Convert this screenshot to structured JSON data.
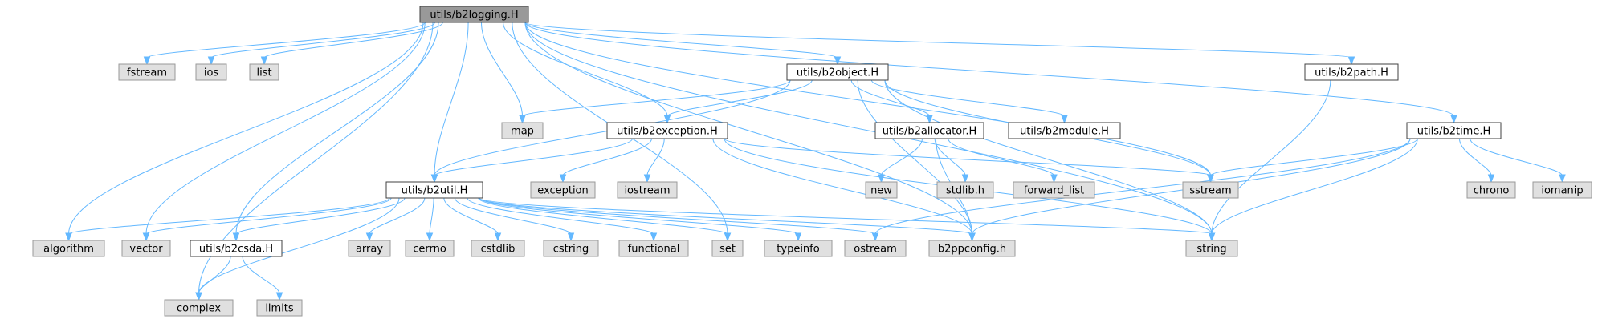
{
  "graph": {
    "colors": {
      "root_fill": "#999999",
      "header_fill": "#ffffff",
      "header_stroke": "#404040",
      "system_fill": "#e0e0e0",
      "system_stroke": "#999999",
      "edge": "#63b8ff",
      "text": "#000000"
    },
    "nodes": [
      {
        "id": "b2logging",
        "label": "utils/b2logging.H",
        "kind": "root"
      },
      {
        "id": "fstream",
        "label": "fstream",
        "kind": "system"
      },
      {
        "id": "ios",
        "label": "ios",
        "kind": "system"
      },
      {
        "id": "list",
        "label": "list",
        "kind": "system"
      },
      {
        "id": "b2object",
        "label": "utils/b2object.H",
        "kind": "header"
      },
      {
        "id": "b2path",
        "label": "utils/b2path.H",
        "kind": "header"
      },
      {
        "id": "map",
        "label": "map",
        "kind": "system"
      },
      {
        "id": "b2exception",
        "label": "utils/b2exception.H",
        "kind": "header"
      },
      {
        "id": "b2allocator",
        "label": "utils/b2allocator.H",
        "kind": "header"
      },
      {
        "id": "b2module",
        "label": "utils/b2module.H",
        "kind": "header"
      },
      {
        "id": "b2time",
        "label": "utils/b2time.H",
        "kind": "header"
      },
      {
        "id": "b2util",
        "label": "utils/b2util.H",
        "kind": "header"
      },
      {
        "id": "exception",
        "label": "exception",
        "kind": "system"
      },
      {
        "id": "iostream",
        "label": "iostream",
        "kind": "system"
      },
      {
        "id": "new",
        "label": "new",
        "kind": "system"
      },
      {
        "id": "stdlib",
        "label": "stdlib.h",
        "kind": "system"
      },
      {
        "id": "forward_list",
        "label": "forward_list",
        "kind": "system"
      },
      {
        "id": "sstream",
        "label": "sstream",
        "kind": "system"
      },
      {
        "id": "chrono",
        "label": "chrono",
        "kind": "system"
      },
      {
        "id": "iomanip",
        "label": "iomanip",
        "kind": "system"
      },
      {
        "id": "algorithm",
        "label": "algorithm",
        "kind": "system"
      },
      {
        "id": "vector",
        "label": "vector",
        "kind": "system"
      },
      {
        "id": "b2csda",
        "label": "utils/b2csda.H",
        "kind": "header"
      },
      {
        "id": "array",
        "label": "array",
        "kind": "system"
      },
      {
        "id": "cerrno",
        "label": "cerrno",
        "kind": "system"
      },
      {
        "id": "cstdlib",
        "label": "cstdlib",
        "kind": "system"
      },
      {
        "id": "cstring",
        "label": "cstring",
        "kind": "system"
      },
      {
        "id": "functional",
        "label": "functional",
        "kind": "system"
      },
      {
        "id": "set",
        "label": "set",
        "kind": "system"
      },
      {
        "id": "typeinfo",
        "label": "typeinfo",
        "kind": "system"
      },
      {
        "id": "ostream",
        "label": "ostream",
        "kind": "system"
      },
      {
        "id": "b2ppconfig",
        "label": "b2ppconfig.h",
        "kind": "system"
      },
      {
        "id": "string",
        "label": "string",
        "kind": "system"
      },
      {
        "id": "complex",
        "label": "complex",
        "kind": "system"
      },
      {
        "id": "limits",
        "label": "limits",
        "kind": "system"
      }
    ],
    "edges": [
      [
        "b2logging",
        "fstream"
      ],
      [
        "b2logging",
        "ios"
      ],
      [
        "b2logging",
        "list"
      ],
      [
        "b2logging",
        "algorithm"
      ],
      [
        "b2logging",
        "complex"
      ],
      [
        "b2logging",
        "vector"
      ],
      [
        "b2logging",
        "b2csda"
      ],
      [
        "b2logging",
        "b2util"
      ],
      [
        "b2logging",
        "map"
      ],
      [
        "b2logging",
        "b2exception"
      ],
      [
        "b2logging",
        "b2object"
      ],
      [
        "b2logging",
        "b2path"
      ],
      [
        "b2logging",
        "b2time"
      ],
      [
        "b2logging",
        "sstream"
      ],
      [
        "b2logging",
        "string"
      ],
      [
        "b2logging",
        "b2ppconfig"
      ],
      [
        "b2logging",
        "set"
      ],
      [
        "b2object",
        "map"
      ],
      [
        "b2object",
        "b2exception"
      ],
      [
        "b2object",
        "b2util"
      ],
      [
        "b2object",
        "b2allocator"
      ],
      [
        "b2object",
        "b2module"
      ],
      [
        "b2object",
        "b2ppconfig"
      ],
      [
        "b2object",
        "sstream"
      ],
      [
        "b2object",
        "string"
      ],
      [
        "b2path",
        "string"
      ],
      [
        "b2exception",
        "b2util"
      ],
      [
        "b2exception",
        "exception"
      ],
      [
        "b2exception",
        "iostream"
      ],
      [
        "b2exception",
        "sstream"
      ],
      [
        "b2exception",
        "string"
      ],
      [
        "b2exception",
        "b2ppconfig"
      ],
      [
        "b2allocator",
        "new"
      ],
      [
        "b2allocator",
        "stdlib"
      ],
      [
        "b2allocator",
        "forward_list"
      ],
      [
        "b2allocator",
        "b2ppconfig"
      ],
      [
        "b2time",
        "sstream"
      ],
      [
        "b2time",
        "chrono"
      ],
      [
        "b2time",
        "iomanip"
      ],
      [
        "b2time",
        "string"
      ],
      [
        "b2time",
        "b2ppconfig"
      ],
      [
        "b2time",
        "ostream"
      ],
      [
        "b2util",
        "algorithm"
      ],
      [
        "b2util",
        "vector"
      ],
      [
        "b2util",
        "b2csda"
      ],
      [
        "b2util",
        "complex"
      ],
      [
        "b2util",
        "array"
      ],
      [
        "b2util",
        "cerrno"
      ],
      [
        "b2util",
        "cstdlib"
      ],
      [
        "b2util",
        "cstring"
      ],
      [
        "b2util",
        "functional"
      ],
      [
        "b2util",
        "set"
      ],
      [
        "b2util",
        "typeinfo"
      ],
      [
        "b2util",
        "ostream"
      ],
      [
        "b2util",
        "b2ppconfig"
      ],
      [
        "b2util",
        "string"
      ],
      [
        "b2csda",
        "complex"
      ],
      [
        "b2csda",
        "limits"
      ]
    ]
  }
}
